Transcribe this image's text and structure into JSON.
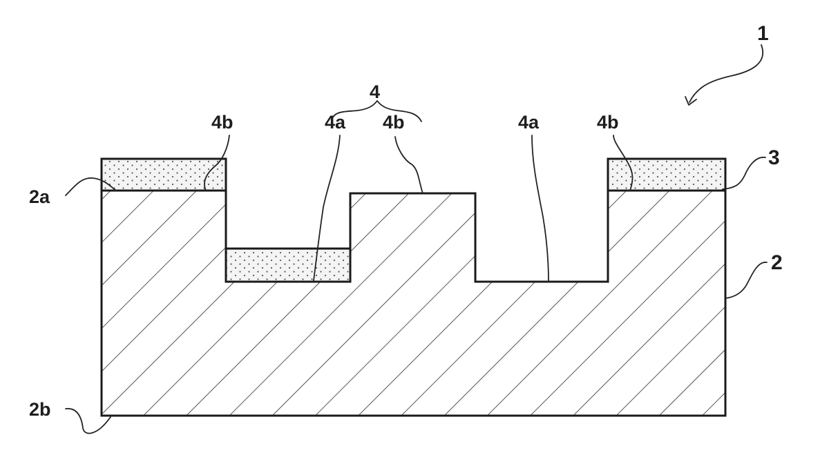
{
  "figure": {
    "labels": {
      "device": "1",
      "substrate": "2",
      "substrate_top": "2a",
      "substrate_bottom": "2b",
      "coating": "3",
      "pattern": "4",
      "pattern_bottom_left": "4a",
      "pattern_top_left": "4b",
      "bottom_face_label": "4a",
      "top_face_label_outer_left": "4b",
      "top_face_label_right": "4b"
    }
  }
}
